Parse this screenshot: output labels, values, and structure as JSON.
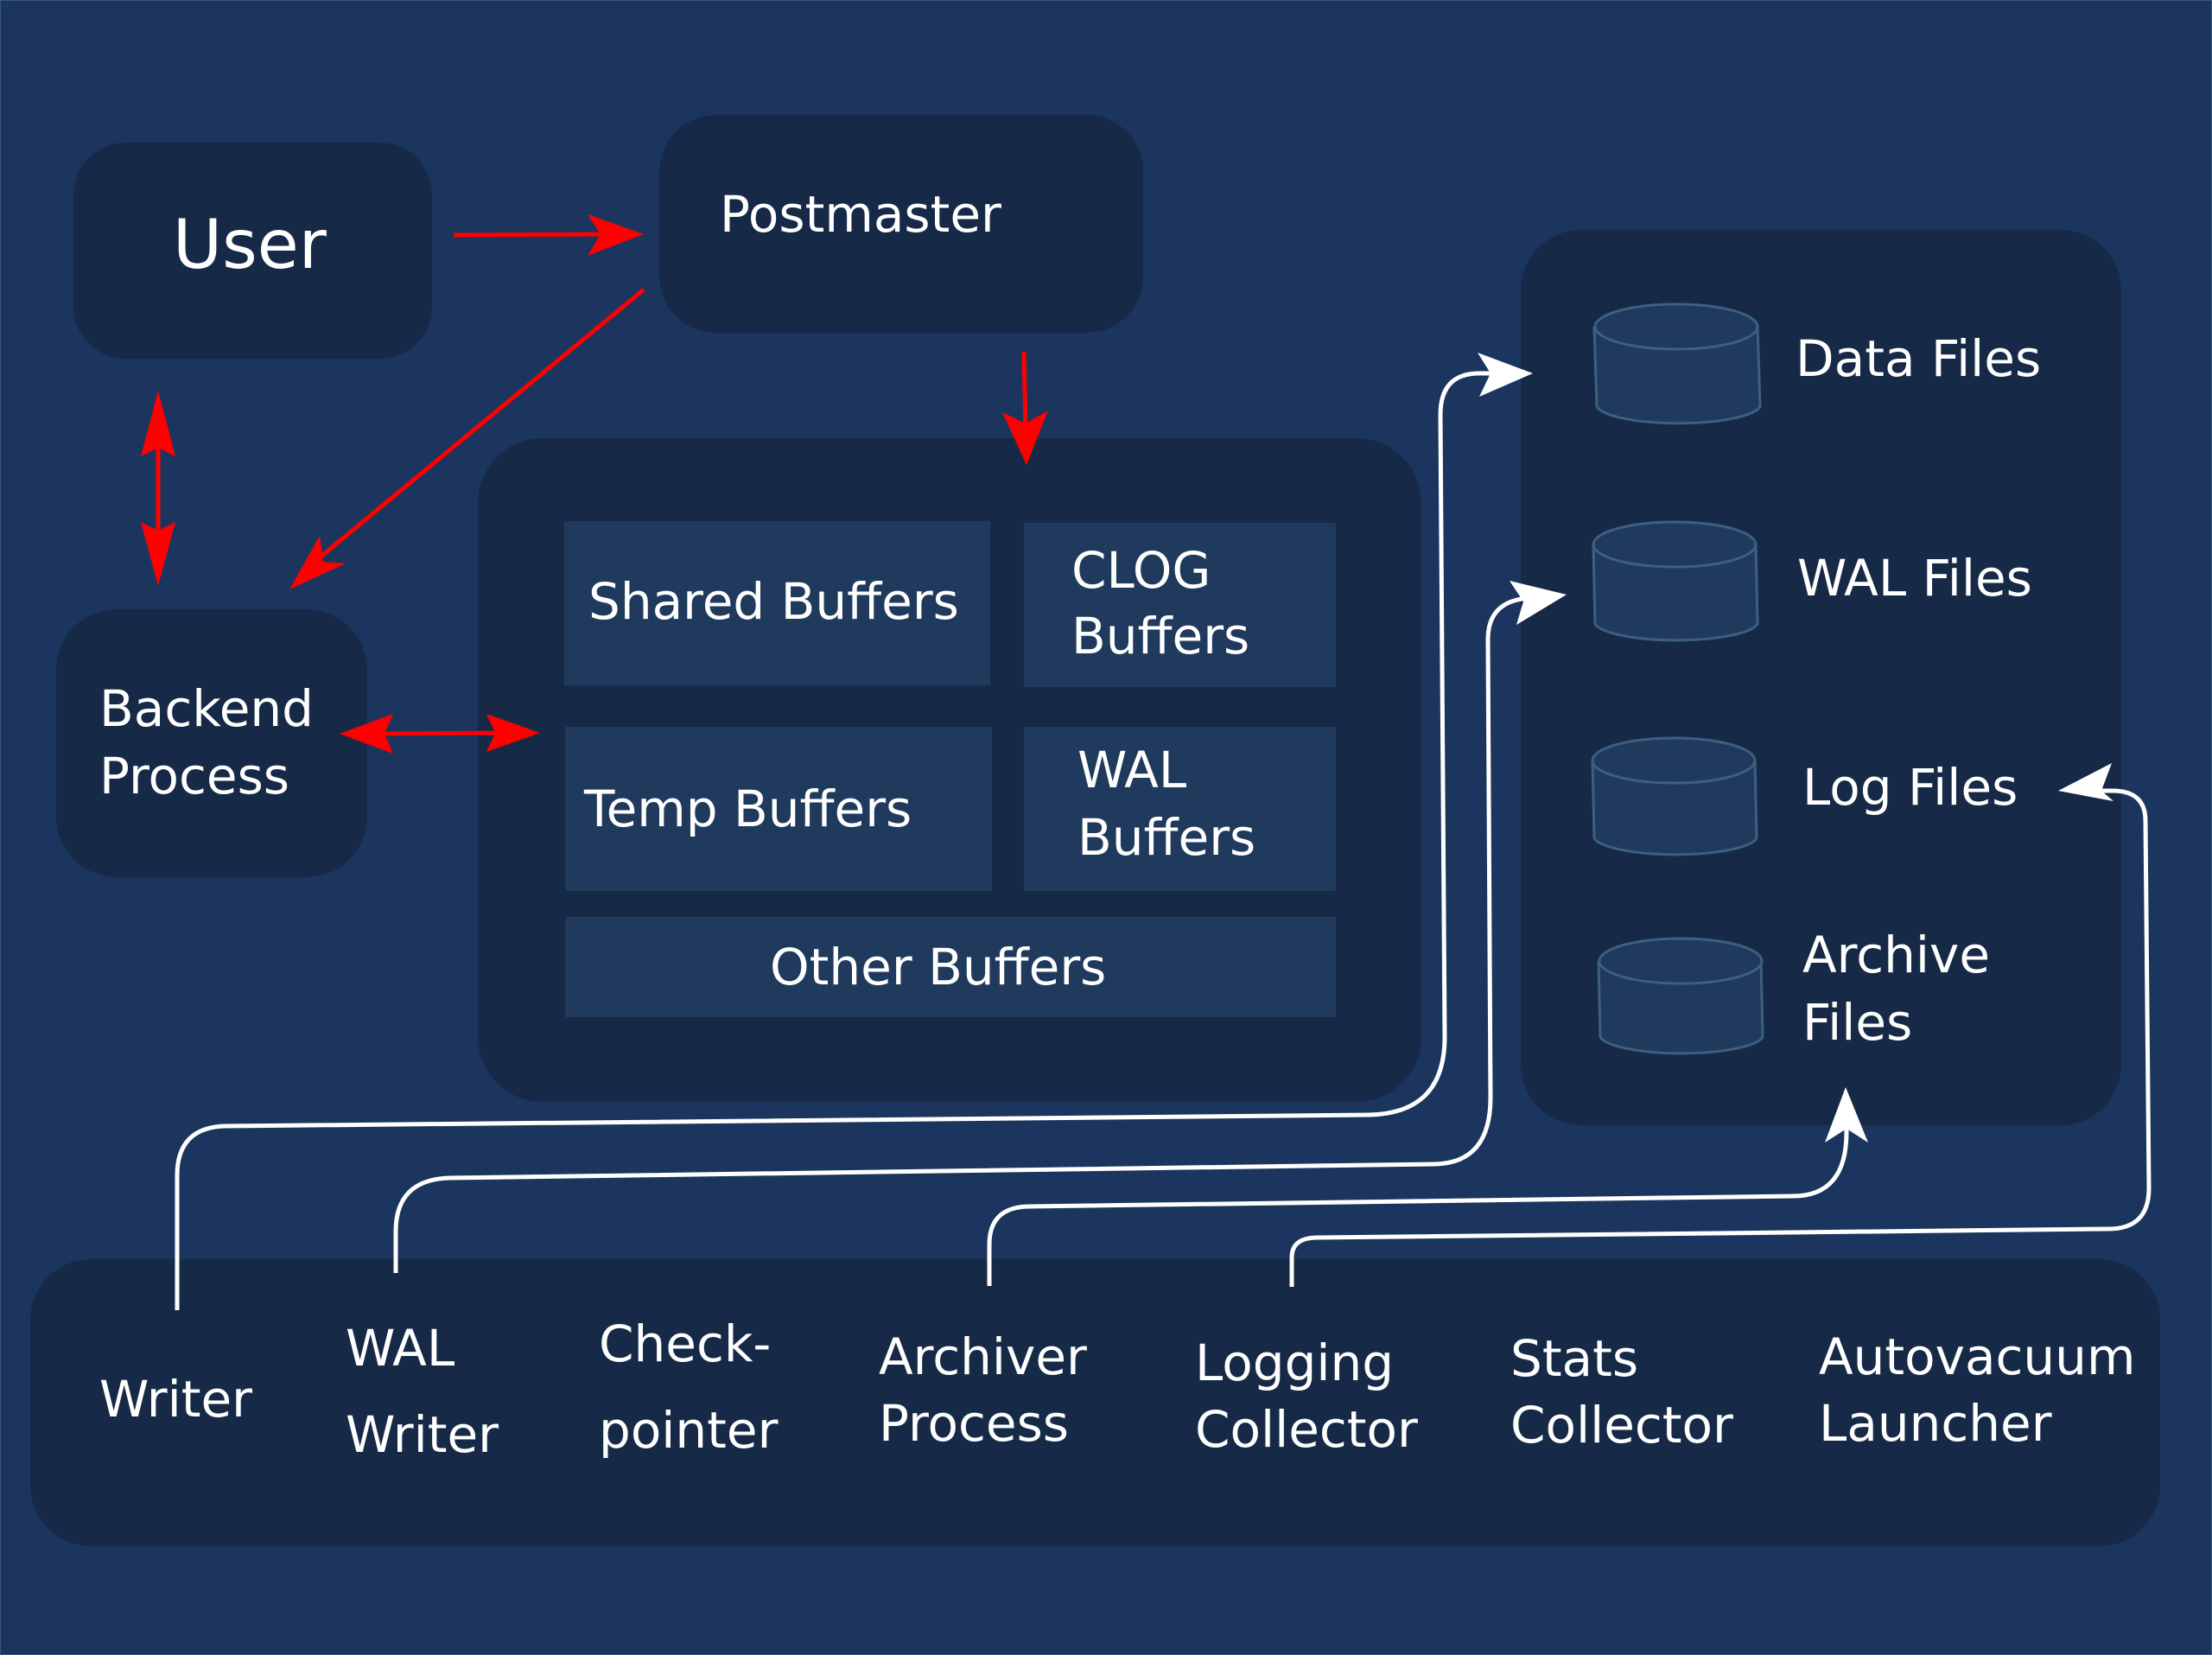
{
  "diagram": {
    "title": "PostgreSQL Architecture",
    "nodes": {
      "user": "User",
      "postmaster": "Postmaster",
      "backend": [
        "Backend",
        "Process"
      ]
    },
    "shared_memory": {
      "shared_buffers": "Shared Buffers",
      "clog_buffers": [
        "CLOG",
        "Buffers"
      ],
      "temp_buffers": "Temp Buffers",
      "wal_buffers": [
        "WAL",
        "Buffers"
      ],
      "other_buffers": "Other Buffers"
    },
    "storage": {
      "data_files": "Data Files",
      "wal_files": "WAL Files",
      "log_files": "Log Files",
      "archive_files": [
        "Archive",
        "Files"
      ]
    },
    "background_processes": {
      "writer": "Writer",
      "wal_writer": [
        "WAL",
        "Writer"
      ],
      "checkpointer": [
        "Check-",
        "pointer"
      ],
      "archiver": [
        "Archiver",
        "Process"
      ],
      "logging_collector": [
        "Logging",
        "Collector"
      ],
      "stats_collector": [
        "Stats",
        "Collector"
      ],
      "autovacuum_launcher": [
        "Autovacuum",
        "Launcher"
      ]
    },
    "edges": [
      {
        "from": "User",
        "to": "Postmaster",
        "color": "red"
      },
      {
        "from": "Postmaster",
        "to": "Backend Process",
        "color": "red"
      },
      {
        "from": "Postmaster",
        "to": "Shared Memory",
        "color": "red"
      },
      {
        "from": "User",
        "to": "Backend Process",
        "bidirectional": true,
        "color": "red"
      },
      {
        "from": "Backend Process",
        "to": "Shared Memory",
        "bidirectional": true,
        "color": "red"
      },
      {
        "from": "Writer",
        "to": "Data Files",
        "color": "white"
      },
      {
        "from": "WAL Writer",
        "to": "WAL Files",
        "color": "white"
      },
      {
        "from": "Archiver Process",
        "to": "Archive Files",
        "color": "white"
      },
      {
        "from": "Logging Collector",
        "to": "Log Files",
        "color": "white"
      }
    ],
    "colors": {
      "background": "#1b355e",
      "box": "#162a47",
      "cell": "#1f3a5c",
      "red_arrow": "#ff0000",
      "white_arrow": "#ffffff",
      "cylinder_stroke": "#3d6080"
    }
  }
}
